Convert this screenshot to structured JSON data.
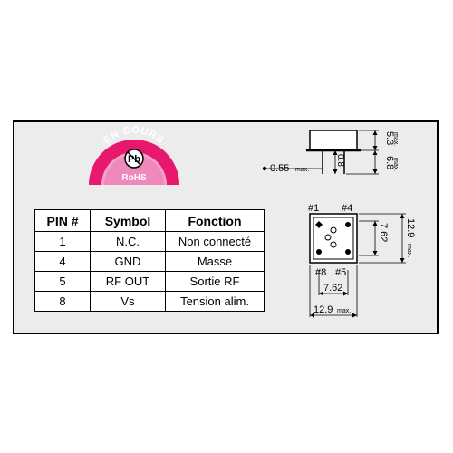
{
  "badge": {
    "top_text": "EN COURS",
    "element": "Pb",
    "bottom_text": "RoHS",
    "colors": {
      "outer_ring": "#e8186f",
      "inner_ring": "#f5a3c4",
      "fill": "#ee88bd"
    }
  },
  "table": {
    "headers": [
      "PIN #",
      "Symbol",
      "Fonction"
    ],
    "rows": [
      [
        "1",
        "N.C.",
        "Non connecté"
      ],
      [
        "4",
        "GND",
        "Masse"
      ],
      [
        "5",
        "RF OUT",
        "Sortie RF"
      ],
      [
        "8",
        "Vs",
        "Tension alim."
      ]
    ]
  },
  "side_view": {
    "height_label": "5.3",
    "height_max": "max.",
    "lead_label": "6.8",
    "lead_max": "max.",
    "standoff_label": "0.8",
    "lead_dia_label": "0.55",
    "lead_dia_max": "max."
  },
  "top_view": {
    "pin1_label": "#1",
    "pin4_label": "#4",
    "pin8_label": "#8",
    "pin5_label": "#5",
    "pitch_v_label": "7.62",
    "body_v_label": "12.9",
    "body_v_max": "max.",
    "pitch_h_label": "7.62",
    "body_h_label": "12.9",
    "body_h_max": "max."
  }
}
